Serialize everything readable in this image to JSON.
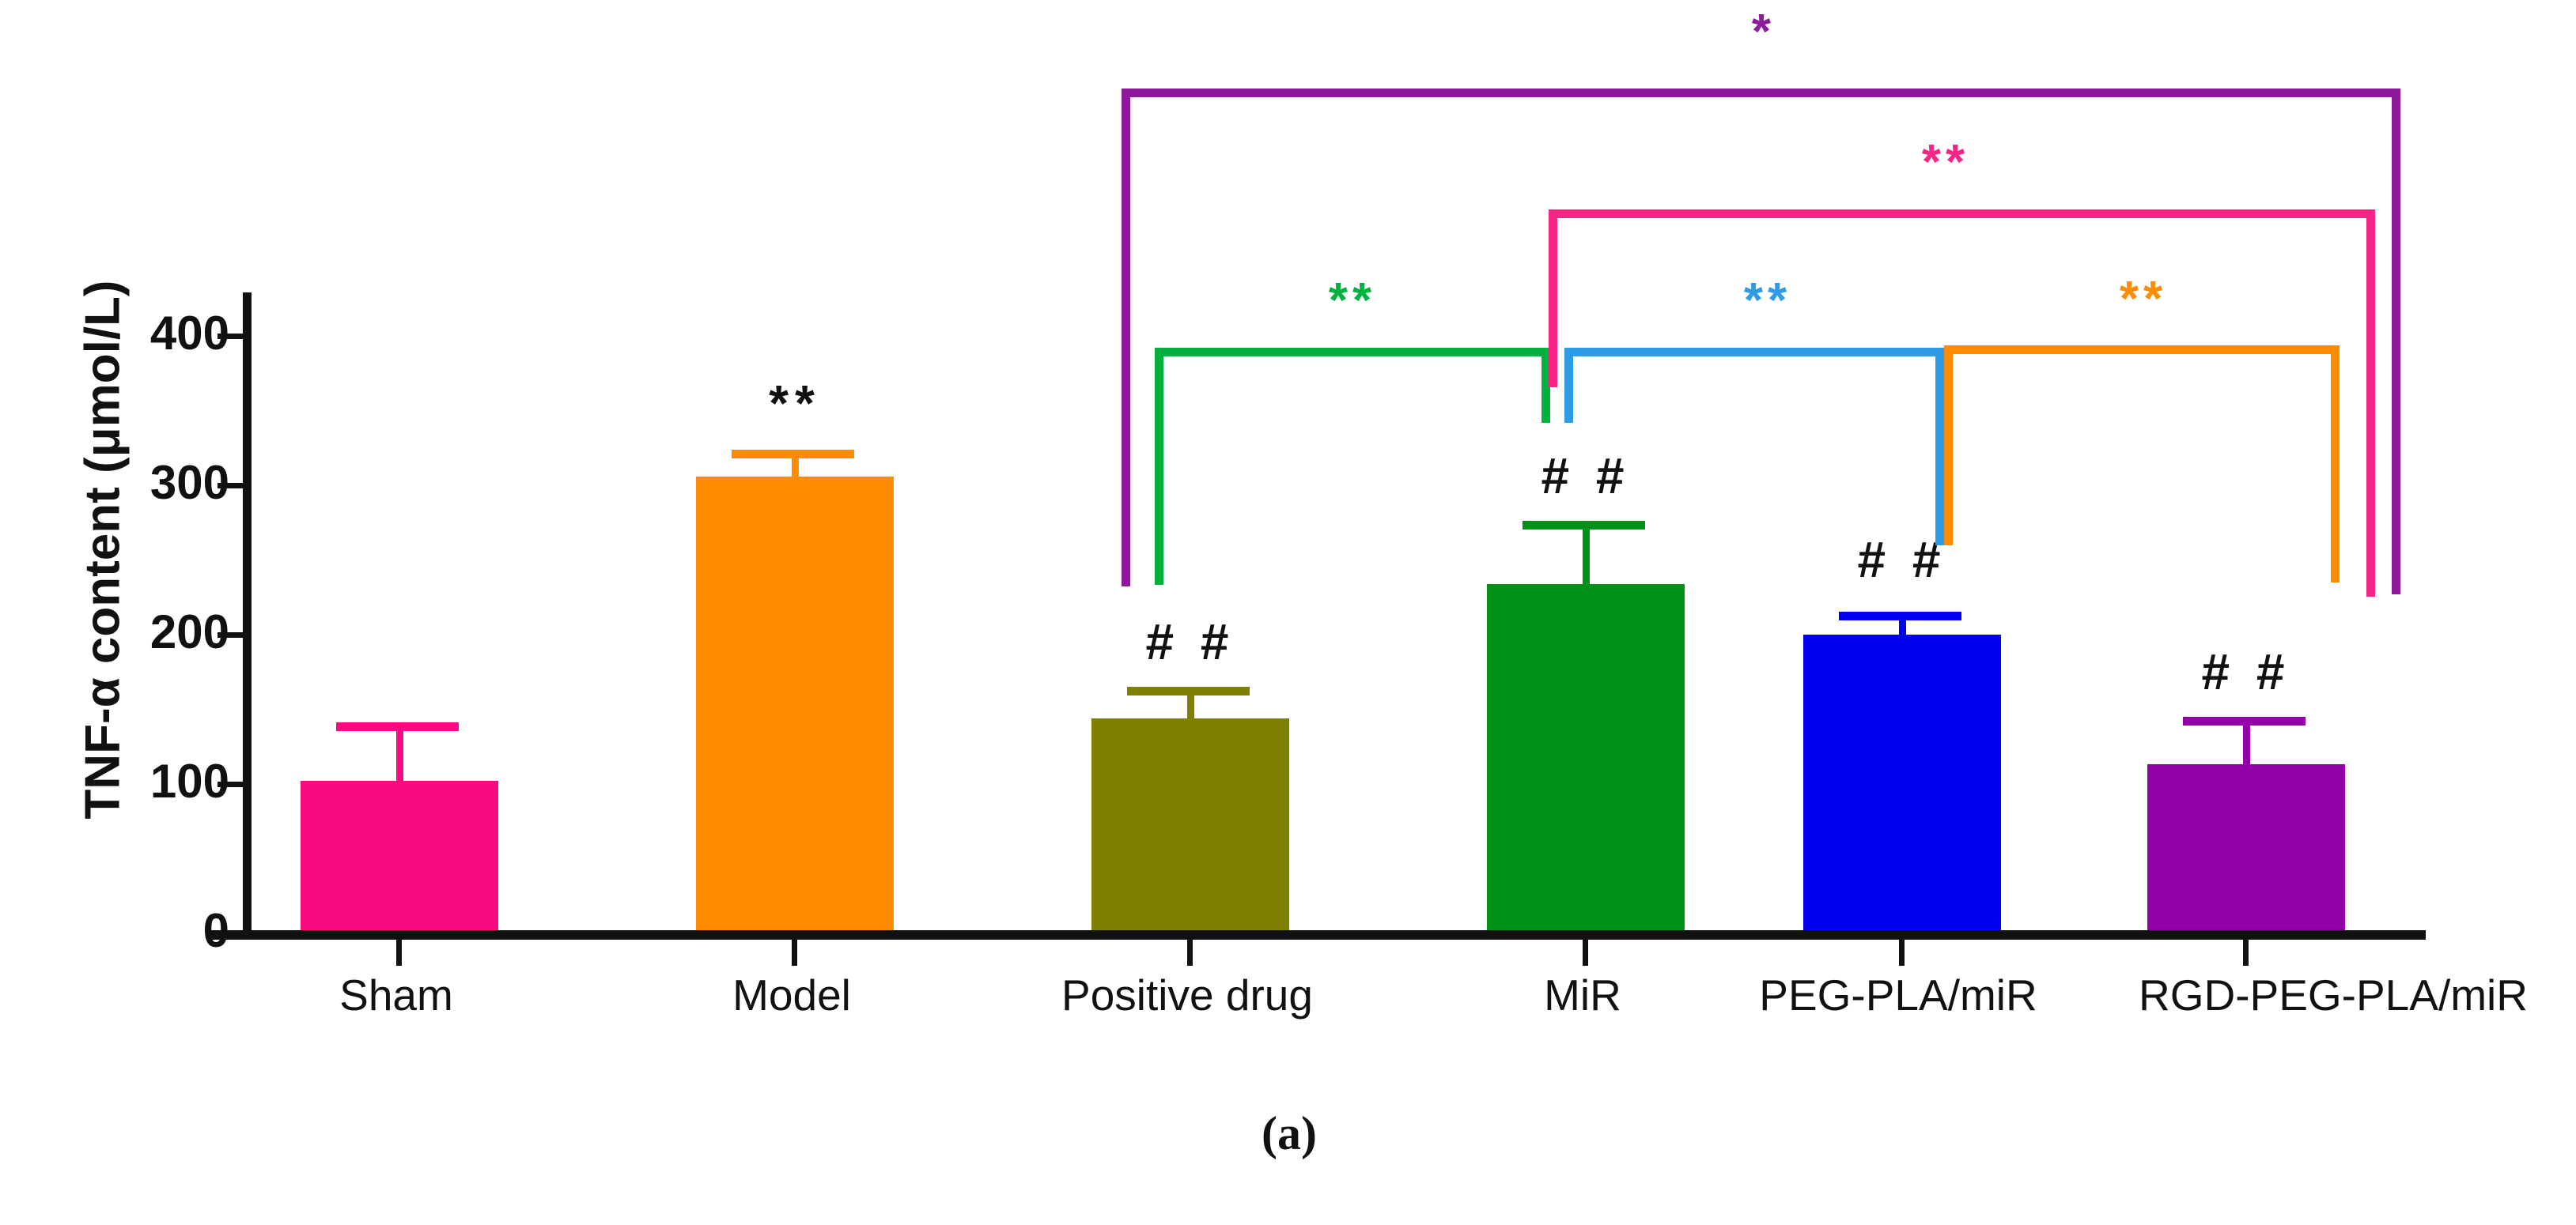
{
  "figure": {
    "caption": "(a)",
    "background": "#ffffff"
  },
  "chart_data": {
    "type": "bar",
    "title": "",
    "xlabel": "",
    "ylabel": "TNF-α content (μmol/L)",
    "ylim": [
      0,
      450
    ],
    "yticks": [
      "0",
      "100",
      "200",
      "300",
      "400"
    ],
    "ytick_values": [
      0,
      100,
      200,
      300,
      400
    ],
    "grid": false,
    "legend": "none",
    "categories": [
      "Sham",
      "Model",
      "Positive drug",
      "MiR",
      "PEG-PLA/miR",
      "RGD-PEG-PLA/miR"
    ],
    "values": [
      100,
      304,
      142,
      232,
      198,
      111
    ],
    "errors": [
      37,
      16,
      19,
      40,
      13,
      30
    ],
    "colors": [
      "#FA0A80",
      "#FF8C00",
      "#808000",
      "#009118",
      "#0000EE",
      "#9400A8"
    ],
    "bar_annotations": [
      "",
      "**",
      "# #",
      "# #",
      "# #",
      "# #"
    ],
    "comparison_brackets": [
      {
        "label": "**",
        "color": "#00B140",
        "from": "Positive drug",
        "to": "MiR"
      },
      {
        "label": "**",
        "color": "#2E9BE6",
        "from": "MiR",
        "to": "PEG-PLA/miR"
      },
      {
        "label": "**",
        "color": "#FF8C00",
        "from": "PEG-PLA/miR",
        "to": "RGD-PEG-PLA/miR"
      },
      {
        "label": "**",
        "color": "#F72585",
        "from": "MiR",
        "to": "RGD-PEG-PLA/miR"
      },
      {
        "label": "*",
        "color": "#8E1A9B",
        "from": "Positive drug",
        "to": "RGD-PEG-PLA/miR"
      }
    ]
  },
  "axis": {
    "y_title": "TNF-α content (μmol/L)",
    "ticks": [
      {
        "label": "400"
      },
      {
        "label": "300"
      },
      {
        "label": "200"
      },
      {
        "label": "100"
      },
      {
        "label": "0"
      }
    ]
  },
  "bars": [
    {
      "label": "Sham",
      "value": 100,
      "error": 37,
      "color": "#FA0A80",
      "mark": ""
    },
    {
      "label": "Model",
      "value": 304,
      "error": 16,
      "color": "#FF8C00",
      "mark": "**"
    },
    {
      "label": "Positive drug",
      "value": 142,
      "error": 19,
      "color": "#808000",
      "mark": "# #"
    },
    {
      "label": "MiR",
      "value": 232,
      "error": 40,
      "color": "#009118",
      "mark": "# #"
    },
    {
      "label": "PEG-PLA/miR",
      "value": 198,
      "error": 13,
      "color": "#0000EE",
      "mark": "# #"
    },
    {
      "label": "RGD-PEG-PLA/miR",
      "value": 111,
      "error": 30,
      "color": "#9400A8",
      "mark": "# #"
    }
  ],
  "brackets": [
    {
      "name": "green",
      "label": "**",
      "color": "#00B140"
    },
    {
      "name": "blue",
      "label": "**",
      "color": "#2E9BE6"
    },
    {
      "name": "orange",
      "label": "**",
      "color": "#FF8C00"
    },
    {
      "name": "pink",
      "label": "**",
      "color": "#F72585"
    },
    {
      "name": "purple",
      "label": "*",
      "color": "#8E1A9B"
    }
  ]
}
